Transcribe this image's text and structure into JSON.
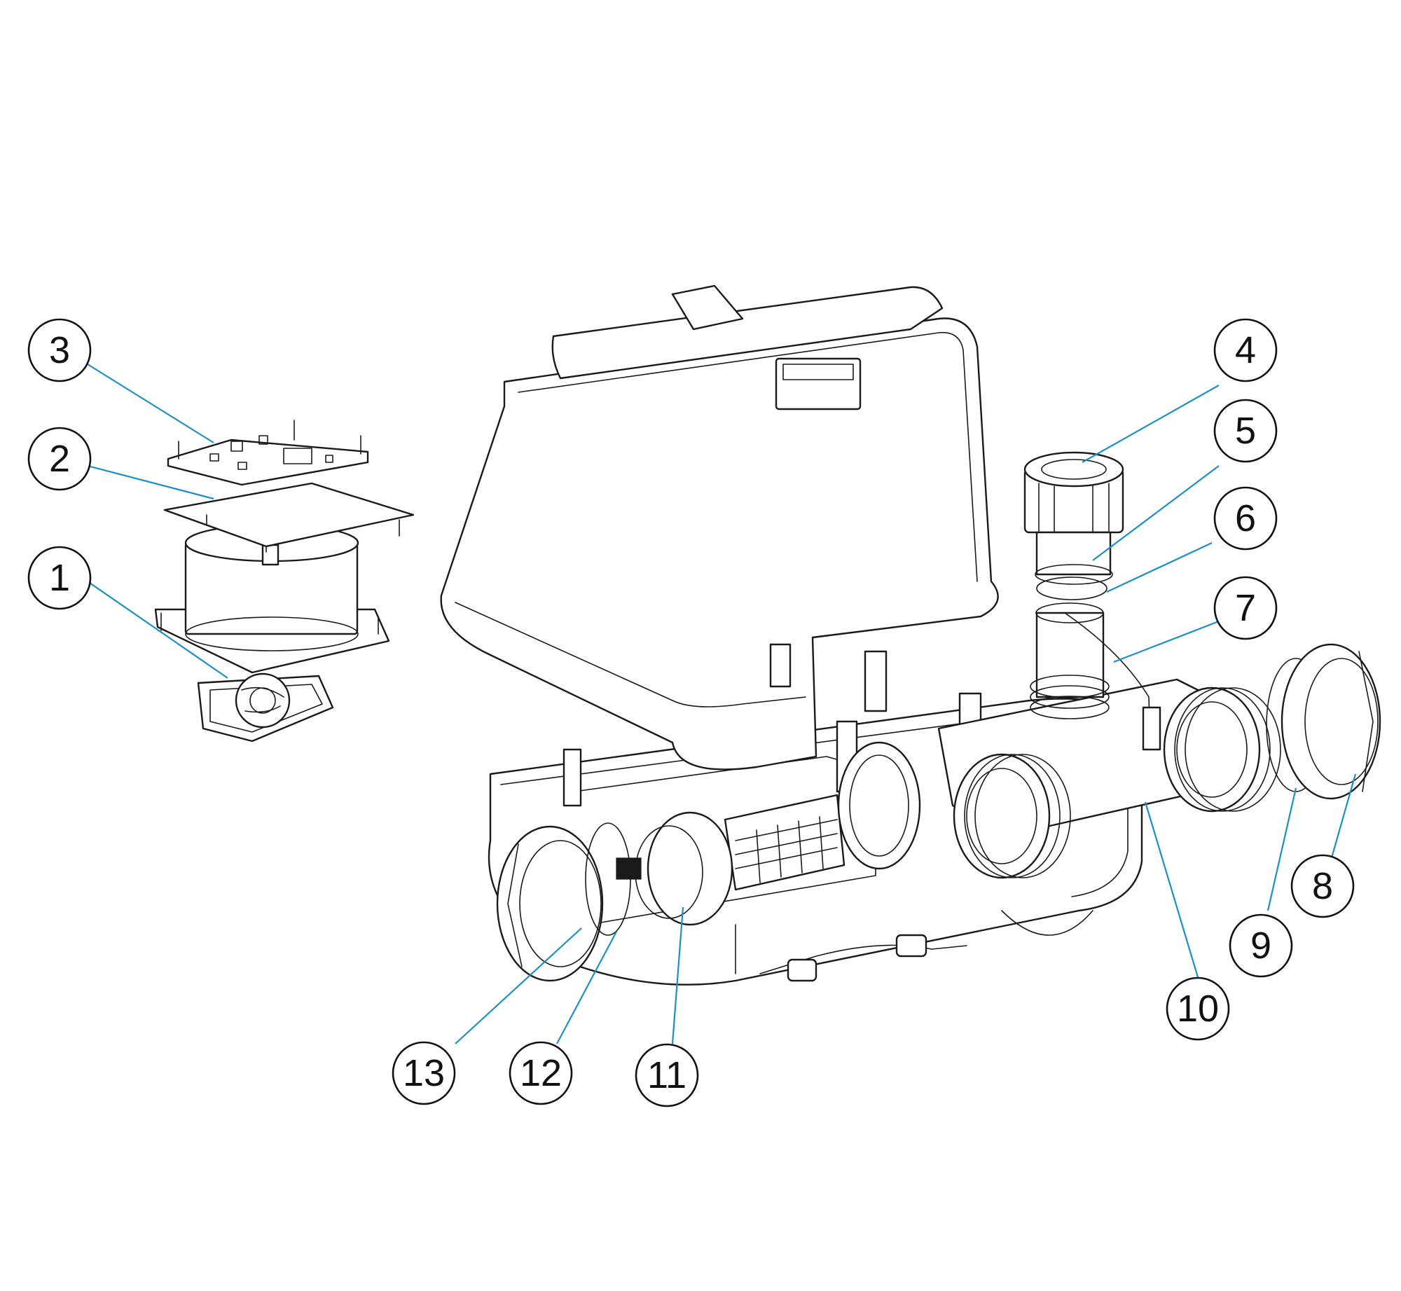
{
  "colors": {
    "leader": "#1a8fc8",
    "line": "#1a1a1a",
    "background": "#ffffff"
  },
  "callouts": [
    {
      "id": "1",
      "label": "1"
    },
    {
      "id": "2",
      "label": "2"
    },
    {
      "id": "3",
      "label": "3"
    },
    {
      "id": "4",
      "label": "4"
    },
    {
      "id": "5",
      "label": "5"
    },
    {
      "id": "6",
      "label": "6"
    },
    {
      "id": "7",
      "label": "7"
    },
    {
      "id": "8",
      "label": "8"
    },
    {
      "id": "9",
      "label": "9"
    },
    {
      "id": "10",
      "label": "10"
    },
    {
      "id": "11",
      "label": "11"
    },
    {
      "id": "12",
      "label": "12"
    },
    {
      "id": "13",
      "label": "13"
    }
  ]
}
